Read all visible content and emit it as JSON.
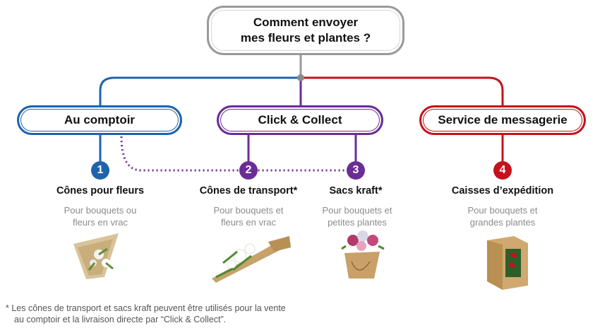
{
  "root": {
    "line1": "Comment envoyer",
    "line2": "mes fleurs et plantes ?"
  },
  "categories": [
    {
      "label": "Au comptoir",
      "color": "#1f63ad"
    },
    {
      "label": "Click & Collect",
      "color": "#6a2d96"
    },
    {
      "label": "Service de messagerie",
      "color": "#c4121d"
    }
  ],
  "options": [
    {
      "number": "1",
      "title": "Cônes pour fleurs",
      "desc1": "Pour bouquets ou",
      "desc2": "fleurs en vrac",
      "color": "#1f63ad"
    },
    {
      "number": "2",
      "title": "Cônes de transport*",
      "desc1": "Pour bouquets et",
      "desc2": "fleurs en vrac",
      "color": "#6a2d96"
    },
    {
      "number": "3",
      "title": "Sacs kraft*",
      "desc1": "Pour bouquets et",
      "desc2": "petites plantes",
      "color": "#6a2d96"
    },
    {
      "number": "4",
      "title": "Caisses d’expédition",
      "desc1": "Pour bouquets et",
      "desc2": "grandes plantes",
      "color": "#c4121d"
    }
  ],
  "footnote": {
    "line1": "* Les cônes de transport et sacs kraft peuvent être utilisés pour la vente",
    "line2": "au comptoir et la livraison directe par “Click & Collect”."
  }
}
